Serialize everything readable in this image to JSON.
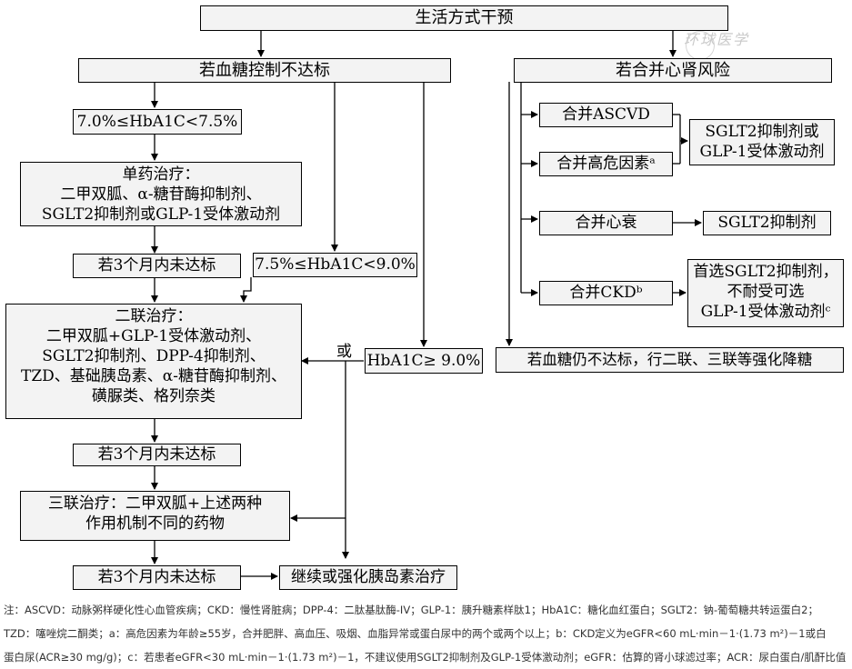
{
  "top": "生活方式干预",
  "left_header": "若血糖控制不达标",
  "right_header": "若合并心肾风险",
  "hba1c_low": "7.0%≤HbA1C<7.5%",
  "mono": [
    "单药治疗：",
    "二甲双胍、α-糖苷酶抑制剂、",
    "SGLT2抑制剂或GLP-1受体激动剂"
  ],
  "fail1": "若3个月内未达标",
  "hba1c_mid": "7.5%≤HbA1C<9.0%",
  "dual": [
    "二联治疗：",
    "二甲双胍+GLP-1受体激动剂、",
    "SGLT2抑制剂、DPP-4抑制剂、",
    "TZD、基础胰岛素、α-糖苷酶抑制剂、",
    "磺脲类、格列奈类"
  ],
  "or_label": "或",
  "hba1c_high": "HbA1C≥ 9.0%",
  "fail2": "若3个月内未达标",
  "triple": [
    "三联治疗：二甲双胍+上述两种",
    "作用机制不同的药物"
  ],
  "fail3": "若3个月内未达标",
  "insulin": "继续或强化胰岛素治疗",
  "ascvd": "合并ASCVD",
  "highrisk": "合并高危因素ᵃ",
  "sglt2_or_glp1": [
    "SGLT2抑制剂或",
    "GLP-1受体激动剂"
  ],
  "hf": "合并心衰",
  "sglt2": "SGLT2抑制剂",
  "ckd": "合并CKDᵇ",
  "ckd_rx": [
    "首选SGLT2抑制剂，",
    "不耐受可选",
    "GLP-1受体激动剂ᶜ"
  ],
  "still_fail": "若血糖仍不达标，行二联、三联等强化降糖",
  "watermark": "环球医学",
  "notes": [
    "注：ASCVD：动脉粥样硬化性心血管疾病；CKD：慢性肾脏病；DPP-4：二肽基肽酶-IV；GLP-1：胰升糖素样肽1；HbA1C：糖化血红蛋白；SGLT2：钠-葡萄糖共转运蛋白2；",
    "TZD：噻唑烷二酮类；a：高危因素为年龄≥55岁，合并肥胖、高血压、吸烟、血脂异常或蛋白尿中的两个或两个以上；b：CKD定义为eGFR<60 mL·min－1·(1.73 m²)－1或白",
    "蛋白尿(ACR≥30 mg/g)；c：若患者eGFR<30 mL·min－1·(1.73 m²)－1，不建议使用SGLT2抑制剂及GLP-1受体激动剂；eGFR：估算的肾小球滤过率；ACR：尿白蛋白/肌酐比值"
  ]
}
